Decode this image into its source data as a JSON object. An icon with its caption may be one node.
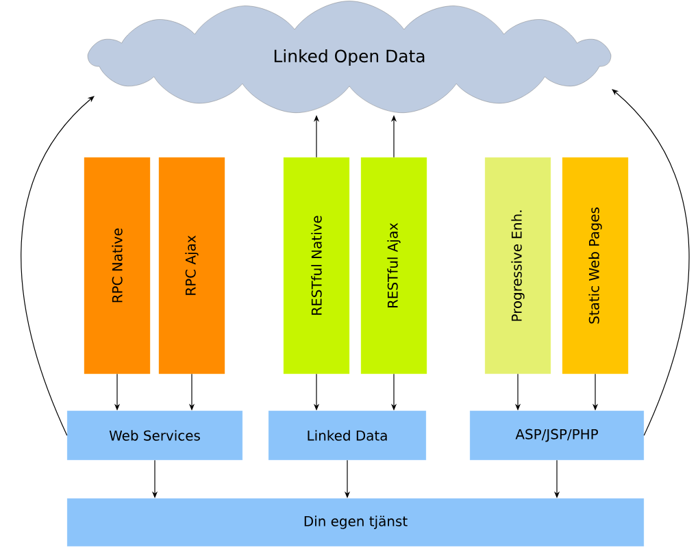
{
  "diagram": {
    "nodes": [
      {
        "text": [
          "Linked Open Data"
        ]
      },
      {
        "text": [
          "RPC Native"
        ]
      },
      {
        "text": [
          "RPC Ajax"
        ]
      },
      {
        "text": [
          "RESTful Native"
        ]
      },
      {
        "text": [
          "RESTful Ajax"
        ]
      },
      {
        "text": [
          "Progressive Enh."
        ]
      },
      {
        "text": [
          "Static Web Pages"
        ]
      },
      {
        "text": [
          "Web Services"
        ]
      },
      {
        "text": [
          "Linked Data"
        ]
      },
      {
        "text": [
          "ASP/JSP/PHP"
        ]
      },
      {
        "text": [
          "Din egen tjänst"
        ]
      }
    ],
    "edges": [
      {
        "from": 1,
        "to": 7,
        "arrow": "to"
      },
      {
        "from": 2,
        "to": 7,
        "arrow": "to"
      },
      {
        "from": 3,
        "to": 8,
        "arrow": "to"
      },
      {
        "from": 4,
        "to": 8,
        "arrow": "to"
      },
      {
        "from": 5,
        "to": 9,
        "arrow": "to"
      },
      {
        "from": 6,
        "to": 9,
        "arrow": "to"
      },
      {
        "from": 7,
        "to": 10,
        "arrow": "to"
      },
      {
        "from": 8,
        "to": 10,
        "arrow": "to"
      },
      {
        "from": 9,
        "to": 10,
        "arrow": "to"
      },
      {
        "from": 3,
        "to": 0,
        "arrow": "to"
      },
      {
        "from": 4,
        "to": 0,
        "arrow": "to"
      },
      {
        "from": 7,
        "to": 0,
        "arrow": "to"
      },
      {
        "from": 9,
        "to": 0,
        "arrow": "to"
      }
    ]
  }
}
